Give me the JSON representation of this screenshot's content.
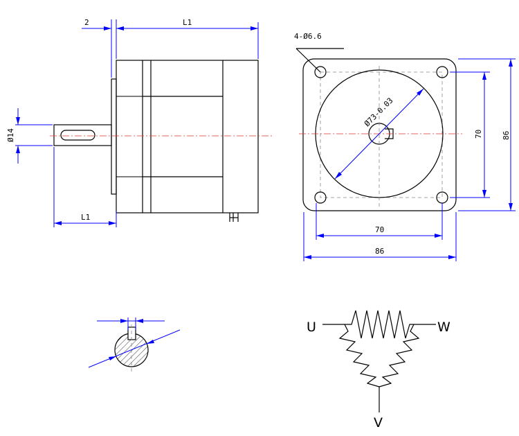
{
  "side_view": {
    "flange_thickness": "2",
    "body_length": "L1",
    "shaft_length": "L1",
    "shaft_diameter": "Ø14"
  },
  "front_view": {
    "mounting_holes": "4-Ø6.6",
    "pilot_diameter": "Ø73-0.03",
    "hole_spacing_vertical": "70",
    "body_size_vertical": "86",
    "hole_spacing_horizontal": "70",
    "body_size_horizontal": "86"
  },
  "wiring": {
    "phase_u": "U",
    "phase_v": "V",
    "phase_w": "W"
  },
  "colors": {
    "outline": "#000000",
    "dimension": "#0000ff",
    "centerline": "#e03030"
  }
}
